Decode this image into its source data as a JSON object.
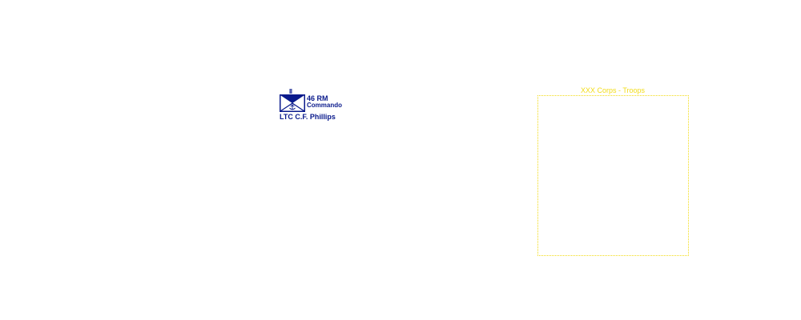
{
  "unit": {
    "echelon": "II",
    "name_line1": "46 RM",
    "name_line2": "Commando",
    "commander": "LTC  C.F. Phillips",
    "symbol_icon": "marine-commando-battalion-icon",
    "color": "#0a1a8c"
  },
  "group": {
    "label": "XXX Corps - Troops",
    "color": "#f2dc18"
  }
}
